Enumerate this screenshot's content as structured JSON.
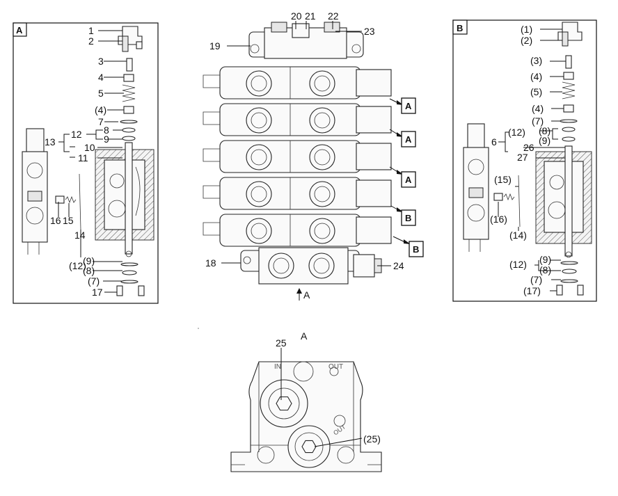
{
  "panels": {
    "left_tag": "A",
    "right_tag": "B",
    "bottom_view_title": "A",
    "bottom_arrow_label": "A"
  },
  "callouts_left": [
    "1",
    "2",
    "3",
    "4",
    "5",
    "(4)",
    "7",
    "12",
    "8",
    "13",
    "9",
    "10",
    "11",
    "16",
    "15",
    "14",
    "(9)",
    "(12)",
    "(8)",
    "(7)",
    "17"
  ],
  "callouts_center": [
    "20",
    "21",
    "22",
    "19",
    "23",
    "18",
    "24"
  ],
  "section_tags": [
    "A",
    "A",
    "A",
    "B",
    "B"
  ],
  "callouts_right": [
    "(1)",
    "(2)",
    "(3)",
    "(4)",
    "(5)",
    "(4)",
    "(7)",
    "(12)",
    "(8)",
    "6",
    "(9)",
    "26",
    "27",
    "(15)",
    "(16)",
    "(14)",
    "(9)",
    "(12)",
    "(8)",
    "(7)",
    "(17)"
  ],
  "bottom": {
    "top_label": "25",
    "side_label": "(25)",
    "port_in": "IN",
    "port_out": "OUT",
    "port_out2": "OUT"
  }
}
